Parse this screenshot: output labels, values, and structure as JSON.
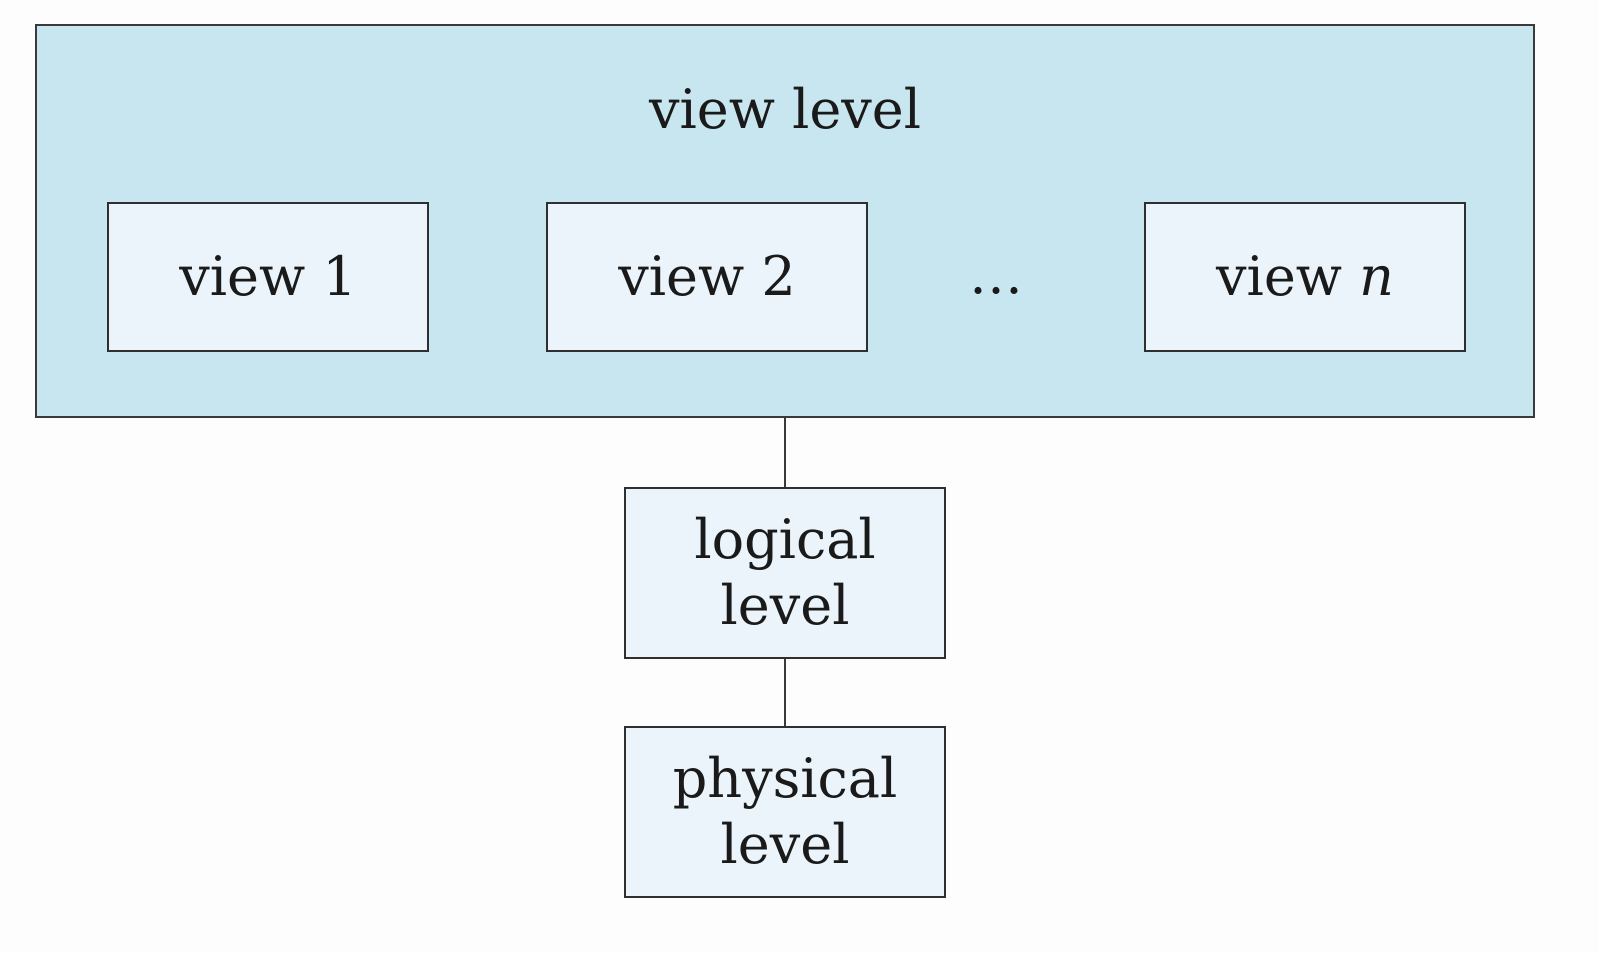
{
  "diagram": {
    "view_level": {
      "title": "view level",
      "views": [
        {
          "label": "view 1"
        },
        {
          "label": "view 2"
        },
        {
          "prefix": "view ",
          "italic": "n"
        }
      ],
      "ellipsis": "…"
    },
    "logical_level": {
      "line1": "logical",
      "line2": "level"
    },
    "physical_level": {
      "line1": "physical",
      "line2": "level"
    }
  },
  "colors": {
    "outer_fill": "#c8e6ef",
    "box_fill": "#eaf4fa",
    "stroke": "#2f2f2f"
  }
}
